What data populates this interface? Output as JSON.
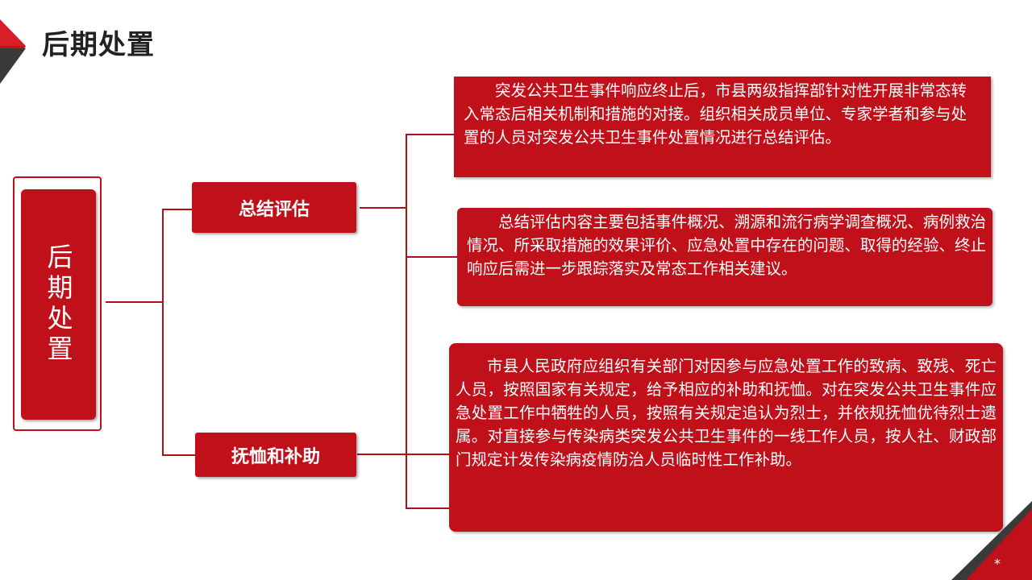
{
  "title": "后期处置",
  "root": {
    "label": "后期处置"
  },
  "branches": [
    {
      "label": "总结评估"
    },
    {
      "label": "抚恤和补助"
    }
  ],
  "texts": [
    "突发公共卫生事件响应终止后，市县两级指挥部针对性开展非常态转入常态后相关机制和措施的对接。组织相关成员单位、专家学者和参与处置的人员对突发公共卫生事件处置情况进行总结评估。",
    "总结评估内容主要包括事件概况、溯源和流行病学调查概况、病例救治情况、所采取措施的效果评价、应急处置中存在的问题、取得的经验、终止响应后需进一步跟踪落实及常态工作相关建议。",
    "市县人民政府应组织有关部门对因参与应急处置工作的致病、致残、死亡人员，按照国家有关规定，给予相应的补助和抚恤。对在突发公共卫生事件应急处置工作中牺牲的人员，按照有关规定追认为烈士，并依规抚恤优待烈士遗属。对直接参与传染病类突发公共卫生事件的一线工作人员，按人社、财政部门规定计发传染病疫情防治人员临时性工作补助。"
  ],
  "footer_marker": "*",
  "colors": {
    "accent": "#c0101a",
    "dark": "#3a3a3a",
    "text_on_accent": "#ffffff"
  }
}
